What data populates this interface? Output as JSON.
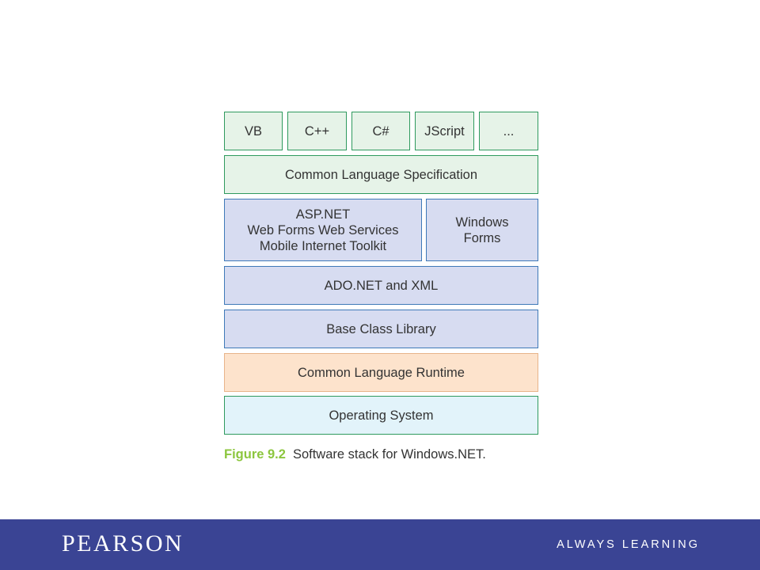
{
  "diagram": {
    "languages": [
      "VB",
      "C++",
      "C#",
      "JScript",
      "..."
    ],
    "cls": "Common Language Specification",
    "aspnet": {
      "line1": "ASP.NET",
      "line2": "Web Forms Web Services",
      "line3": "Mobile Internet Toolkit"
    },
    "winforms": {
      "line1": "Windows",
      "line2": "Forms"
    },
    "adonet": "ADO.NET and XML",
    "bcl": "Base Class Library",
    "clr": "Common Language Runtime",
    "os": "Operating System"
  },
  "caption": {
    "figure": "Figure 9.2",
    "text": "Software stack for Windows.NET."
  },
  "footer": {
    "brand": "PEARSON",
    "tagline": "ALWAYS LEARNING"
  },
  "colors": {
    "layer_green": "#e6f3e8",
    "layer_purple": "#d7dcf1",
    "layer_orange": "#fde3cc",
    "layer_cyan": "#e2f3fa",
    "figure_label": "#8cc63e",
    "footer_bg": "#3a4494"
  }
}
